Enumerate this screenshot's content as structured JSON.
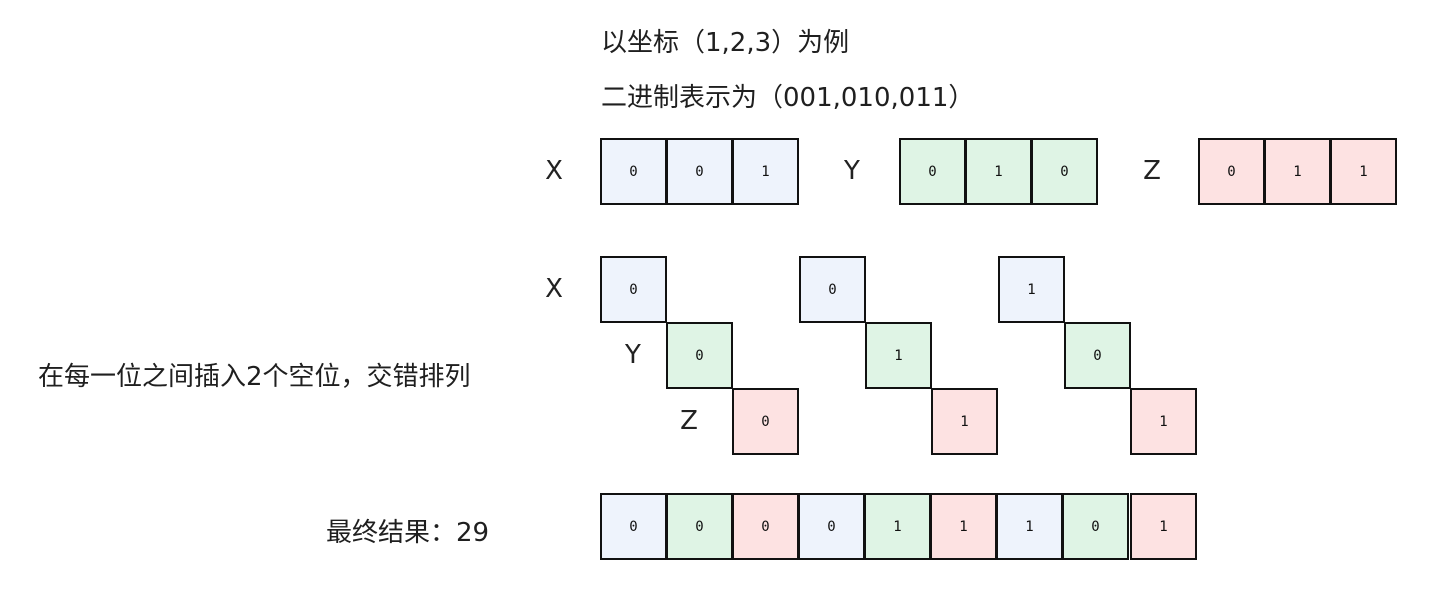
{
  "title_line1": "以坐标（1,2,3）为例",
  "title_line2": "二进制表示为（001,010,011）",
  "labels": {
    "x": "X",
    "y": "Y",
    "z": "Z"
  },
  "colors": {
    "x": "#eef3fc",
    "y": "#dff4e5",
    "z": "#fde2e2",
    "border": "#111111"
  },
  "binary": {
    "x": [
      "0",
      "0",
      "1"
    ],
    "y": [
      "0",
      "1",
      "0"
    ],
    "z": [
      "0",
      "1",
      "1"
    ]
  },
  "interleave_caption": "在每一位之间插入2个空位，交错排列",
  "interleave": [
    {
      "x": "0",
      "y": "0",
      "z": "0"
    },
    {
      "x": "0",
      "y": "1",
      "z": "1"
    },
    {
      "x": "1",
      "y": "0",
      "z": "1"
    }
  ],
  "result_caption": "最终结果：29",
  "result_bits": [
    "0",
    "0",
    "0",
    "0",
    "1",
    "1",
    "1",
    "0",
    "1"
  ],
  "result_colors": [
    "x",
    "y",
    "z",
    "x",
    "y",
    "z",
    "x",
    "y",
    "z"
  ]
}
